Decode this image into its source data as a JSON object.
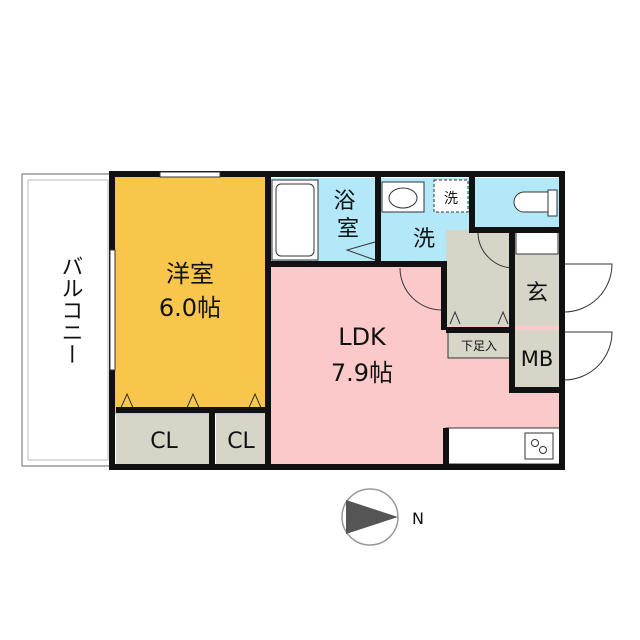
{
  "rooms": {
    "balcony": "バルコニー",
    "western_room_name": "洋室",
    "western_room_size": "6.0帖",
    "closet_1": "CL",
    "closet_2": "CL",
    "bath": "浴室",
    "washroom": "洗",
    "washer": "洗",
    "entrance": "玄",
    "shoe_box": "下足入",
    "meter_box": "MB",
    "ldk_name": "LDK",
    "ldk_size": "7.9帖"
  },
  "compass": {
    "label": "N"
  },
  "colors": {
    "western": "#F9C64C",
    "ldk": "#FCC9CA",
    "wet": "#B3E8F8",
    "storage": "#D7D4C8",
    "wall": "#111111"
  }
}
